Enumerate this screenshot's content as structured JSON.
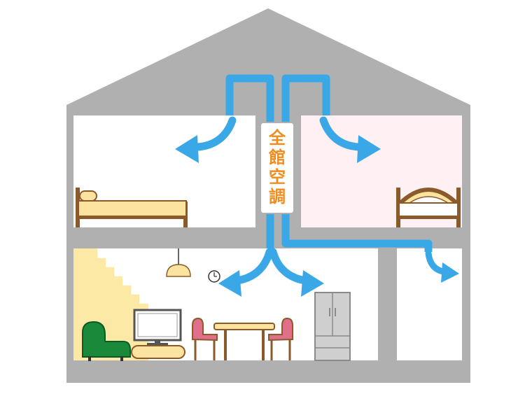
{
  "unit_label": "全館空調",
  "unit_label_chars": [
    "全",
    "館",
    "空",
    "調"
  ],
  "colors": {
    "house_wall": "#b0b0b0",
    "room_white": "#ffffff",
    "room_pink": "#fff0f3",
    "stairs": "#fde9a6",
    "duct_blue": "#3aa8e6",
    "label_orange": "#f08c1e",
    "bed_wood": "#8b5a2b",
    "sofa_green": "#1a8a3a",
    "chair_pink": "#e0708a",
    "fridge_gray": "#cfcfcf"
  },
  "icons": [
    "bed-icon",
    "bed-with-headboard-icon",
    "pendant-lamp-icon",
    "clock-icon",
    "sofa-icon",
    "television-icon",
    "dining-table-icon",
    "chair-icon",
    "refrigerator-icon"
  ]
}
